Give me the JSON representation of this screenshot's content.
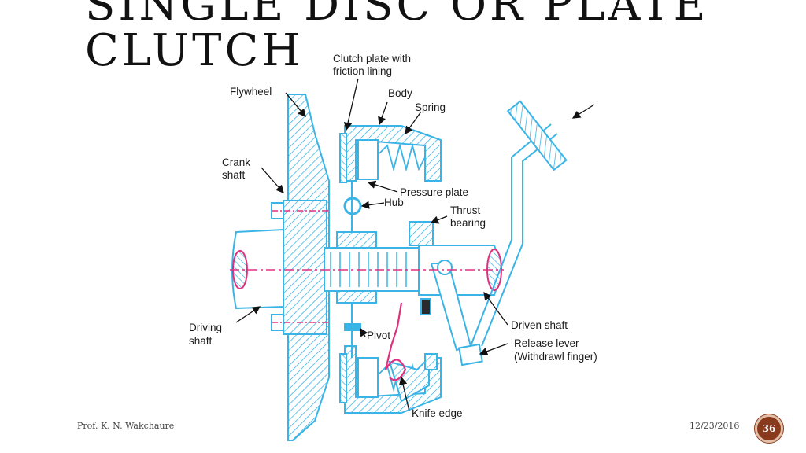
{
  "slide": {
    "title": "SINGLE DISC OR PLATE\nCLUTCH",
    "footer_author": "Prof. K. N. Wakchaure",
    "footer_date": "12/23/2016",
    "page_number": "36"
  },
  "diagram": {
    "labels": {
      "clutch_plate_1": "Clutch plate with",
      "clutch_plate_2": "friction lining",
      "flywheel": "Flywheel",
      "body": "Body",
      "spring": "Spring",
      "crank_shaft_1": "Crank",
      "crank_shaft_2": "shaft",
      "pressure_plate": "Pressure plate",
      "hub": "Hub",
      "thrust_bearing_1": "Thrust",
      "thrust_bearing_2": "bearing",
      "driving_shaft_1": "Driving",
      "driving_shaft_2": "shaft",
      "driven_shaft": "Driven shaft",
      "pivot": "Pivot",
      "release_lever_1": "Release lever",
      "release_lever_2": "(Withdrawl finger)",
      "knife_edge": "Knife edge"
    }
  },
  "colors": {
    "part_stroke": "#3ab4e6",
    "accent_pink": "#e0317f",
    "badge": "#8a3a1c"
  }
}
